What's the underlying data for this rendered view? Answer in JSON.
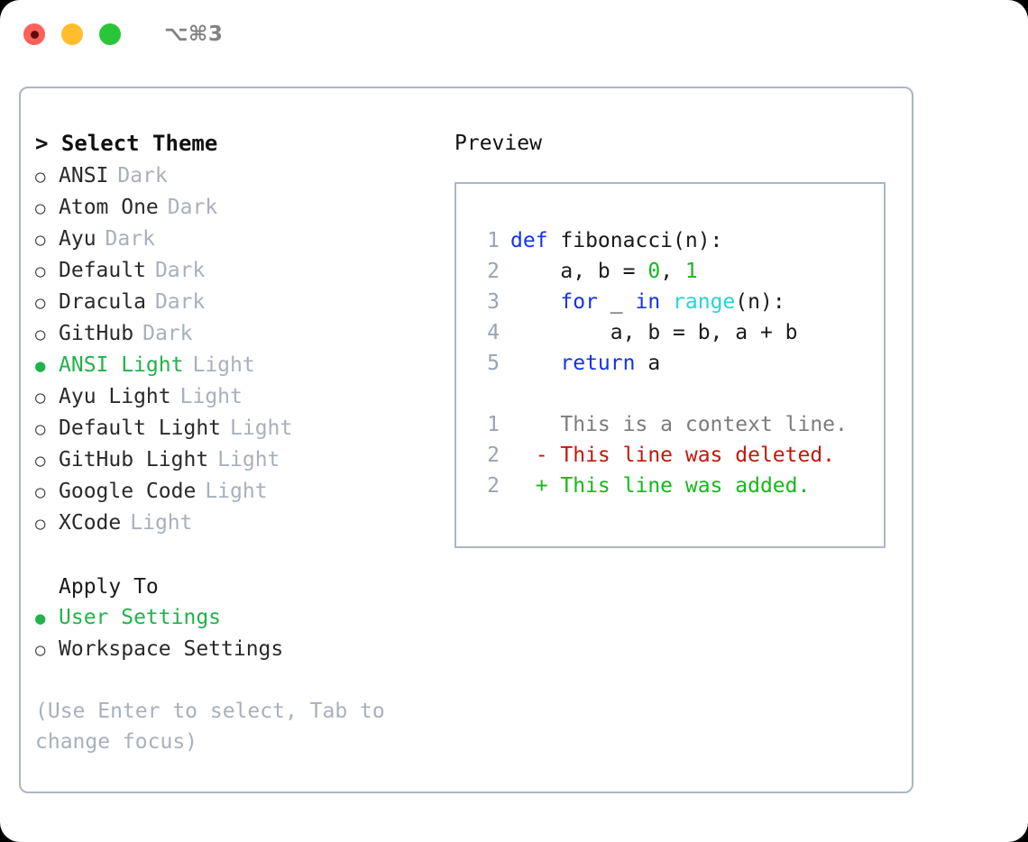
{
  "titlebar": {
    "traffic_lights": [
      "close",
      "minimize",
      "maximize"
    ],
    "shortcut": "⌥⌘3"
  },
  "left": {
    "heading": "> Select Theme",
    "themes": [
      {
        "bullet": "○",
        "name": "ANSI",
        "category": "Dark",
        "selected": false
      },
      {
        "bullet": "○",
        "name": "Atom One",
        "category": "Dark",
        "selected": false
      },
      {
        "bullet": "○",
        "name": "Ayu",
        "category": "Dark",
        "selected": false
      },
      {
        "bullet": "○",
        "name": "Default",
        "category": "Dark",
        "selected": false
      },
      {
        "bullet": "○",
        "name": "Dracula",
        "category": "Dark",
        "selected": false
      },
      {
        "bullet": "○",
        "name": "GitHub",
        "category": "Dark",
        "selected": false
      },
      {
        "bullet": "●",
        "name": "ANSI Light",
        "category": "Light",
        "selected": true
      },
      {
        "bullet": "○",
        "name": "Ayu Light",
        "category": "Light",
        "selected": false
      },
      {
        "bullet": "○",
        "name": "Default Light",
        "category": "Light",
        "selected": false
      },
      {
        "bullet": "○",
        "name": "GitHub Light",
        "category": "Light",
        "selected": false
      },
      {
        "bullet": "○",
        "name": "Google Code",
        "category": "Light",
        "selected": false
      },
      {
        "bullet": "○",
        "name": "XCode",
        "category": "Light",
        "selected": false
      }
    ],
    "apply_to_heading": "Apply To",
    "apply_to": [
      {
        "bullet": "●",
        "name": "User Settings",
        "selected": true
      },
      {
        "bullet": "○",
        "name": "Workspace Settings",
        "selected": false
      }
    ],
    "hint": "(Use Enter to select, Tab to change focus)"
  },
  "right": {
    "preview_title": "Preview",
    "code_lines": [
      {
        "num": "1",
        "tokens": [
          {
            "t": "def",
            "c": "kw"
          },
          {
            "t": " fibonacci(n):",
            "c": ""
          }
        ]
      },
      {
        "num": "2",
        "tokens": [
          {
            "t": "    a, b = ",
            "c": ""
          },
          {
            "t": "0",
            "c": "num"
          },
          {
            "t": ", ",
            "c": ""
          },
          {
            "t": "1",
            "c": "num"
          }
        ]
      },
      {
        "num": "3",
        "tokens": [
          {
            "t": "    ",
            "c": ""
          },
          {
            "t": "for",
            "c": "kw"
          },
          {
            "t": " _ ",
            "c": ""
          },
          {
            "t": "in",
            "c": "kw"
          },
          {
            "t": " ",
            "c": ""
          },
          {
            "t": "range",
            "c": "fn"
          },
          {
            "t": "(n):",
            "c": ""
          }
        ]
      },
      {
        "num": "4",
        "tokens": [
          {
            "t": "        a, b = b, a + b",
            "c": ""
          }
        ]
      },
      {
        "num": "5",
        "tokens": [
          {
            "t": "    ",
            "c": ""
          },
          {
            "t": "return",
            "c": "kw"
          },
          {
            "t": " a",
            "c": ""
          }
        ]
      }
    ],
    "diff_lines": [
      {
        "num": "1",
        "marker": " ",
        "text": "This is a context line.",
        "kind": "diff-ctx"
      },
      {
        "num": "2",
        "marker": "-",
        "text": "This line was deleted.",
        "kind": "diff-del"
      },
      {
        "num": "2",
        "marker": "+",
        "text": "This line was added.",
        "kind": "diff-add"
      }
    ]
  },
  "colors": {
    "accent_green": "#22b24c",
    "keyword_blue": "#1433ee",
    "function_cyan": "#2ad4d4",
    "number_green": "#16b81c",
    "diff_delete_red": "#c1190c",
    "diff_add_green": "#16b81c",
    "muted_gray": "#a8b0bd",
    "border_gray": "#adb6c4"
  }
}
